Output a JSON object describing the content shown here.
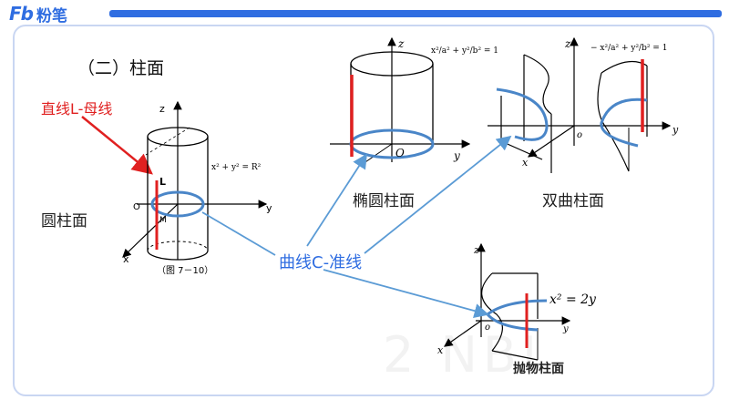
{
  "brand": {
    "logo_mark": "Fb",
    "logo_text": "粉笔"
  },
  "section_title": "（二）柱面",
  "generatrix_label": "直线L-母线",
  "directrix_label": "曲线C-准线",
  "watermark": "2  NBI",
  "surfaces": {
    "circular": {
      "name": "圆柱面",
      "equation": "x² + y² = R²",
      "figure_caption": "（图 7－10）",
      "axis_labels": {
        "z": "z",
        "x": "x",
        "y": "y",
        "origin": "O"
      },
      "point_labels": {
        "L": "L",
        "M": "M"
      }
    },
    "elliptic": {
      "name": "椭圆柱面",
      "equation": "x²/a² + y²/b² = 1",
      "axis_labels": {
        "z": "z",
        "y": "y",
        "origin": "O"
      }
    },
    "hyperbolic": {
      "name": "双曲柱面",
      "equation": "− x²/a² + y²/b² = 1",
      "axis_labels": {
        "z": "z",
        "x": "x",
        "y": "y",
        "origin": "o"
      }
    },
    "parabolic": {
      "name": "抛物柱面",
      "equation": "x² = 2y",
      "axis_labels": {
        "z": "z",
        "x": "x",
        "y": "y",
        "origin": "o"
      }
    }
  },
  "colors": {
    "accent": "#2f6de1",
    "generatrix": "#e02020",
    "directrix": "#4a86c8",
    "arrow": "#5b9bd5"
  }
}
